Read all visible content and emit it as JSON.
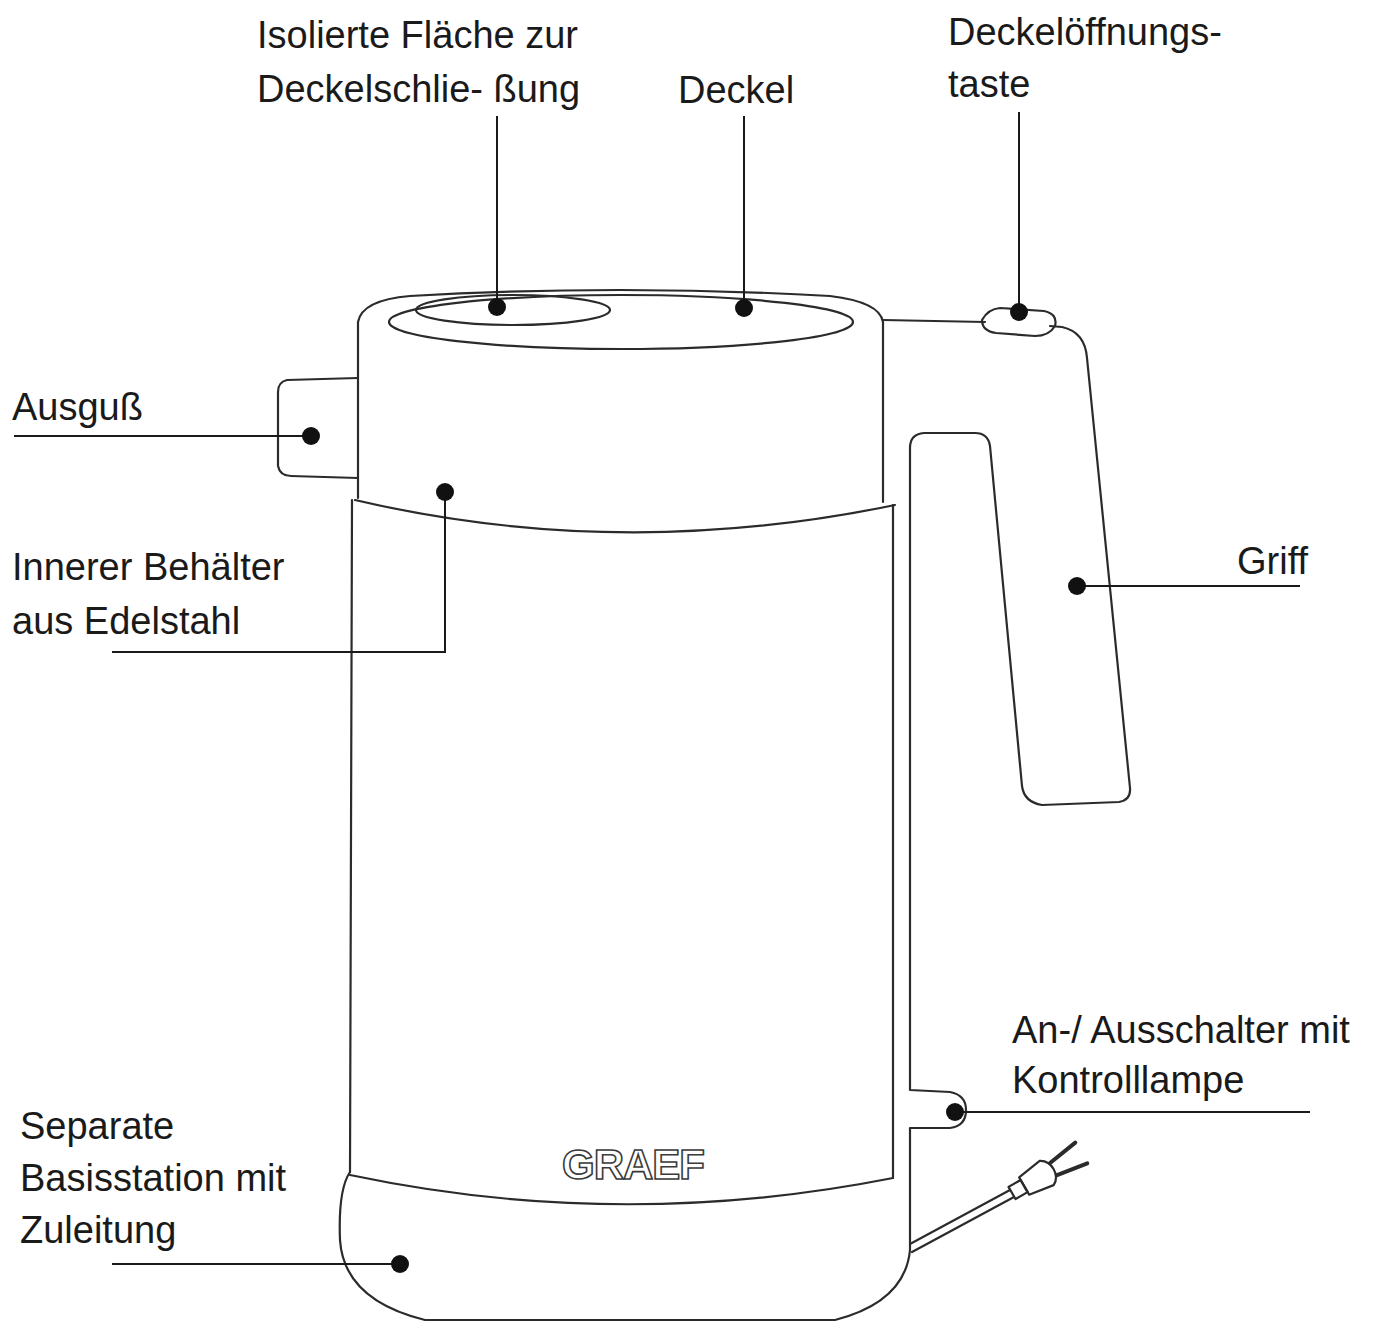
{
  "diagram": {
    "labels": [
      "Isolierte Fläche zur Deckelschlie- ßung",
      "Deckel",
      "Deckelöffnungs- taste",
      "Ausguß",
      "Innerer Behälter aus Edelstahl",
      "Griff",
      "An-/ Ausschalter mit Kontrolllampe",
      "Separate Basisstation mit Zuleitung",
      "GRAEF"
    ]
  }
}
